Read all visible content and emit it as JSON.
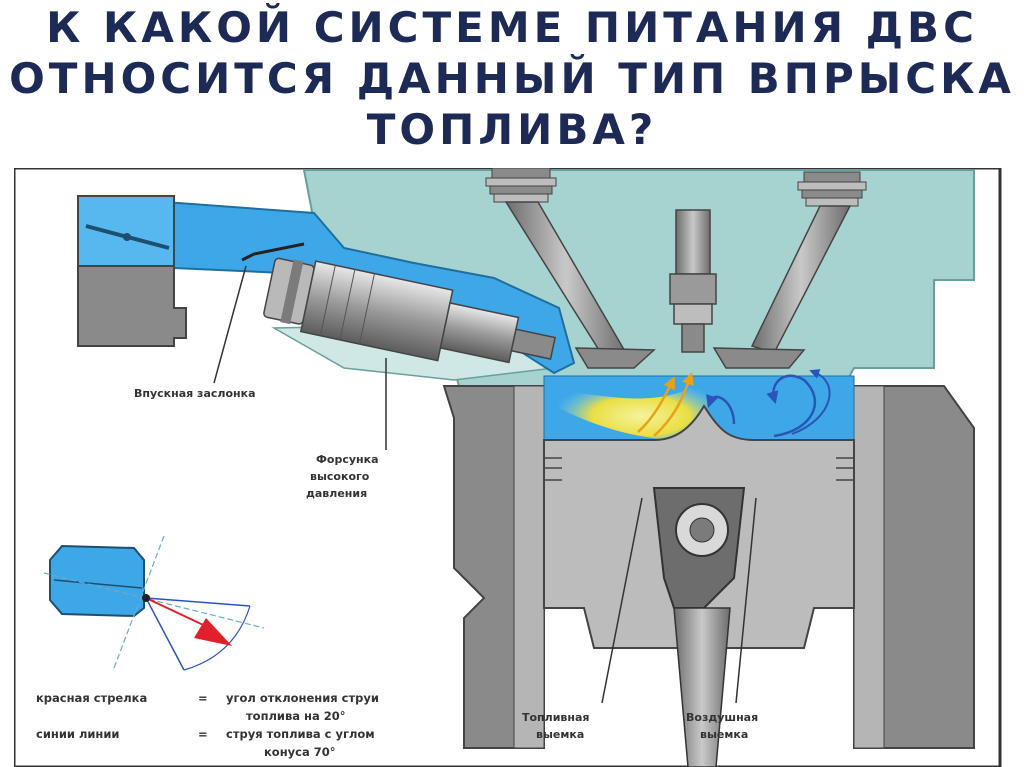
{
  "title": {
    "line1": "К КАКОЙ СИСТЕМЕ ПИТАНИЯ ДВС",
    "line2": "ОТНОСИТСЯ ДАННЫЙ ТИП ВПРЫСКА",
    "line3": "ТОПЛИВА?"
  },
  "labels": {
    "intake_flap": "Впускная заслонка",
    "injector_line1": "Форсунка",
    "injector_line2": "высокого",
    "injector_line3": "давления",
    "fuel_recess_line1": "Топливная",
    "fuel_recess_line2": "выемка",
    "air_recess_line1": "Воздушная",
    "air_recess_line2": "выемка"
  },
  "legend": {
    "red_term": "красная стрелка",
    "red_eq": "=",
    "red_def_line1": "угол отклонения струи",
    "red_def_line2": "топлива на 20°",
    "blue_term": "синии линии",
    "blue_eq": "=",
    "blue_def_line1": "струя топлива с углом",
    "blue_def_line2": "конуса 70°"
  },
  "colors": {
    "title": "#1c2a55",
    "head": "#a6d2cf",
    "head_light": "#cfe8e6",
    "intake": "#3ea7e8",
    "metal": "#8a8a8a",
    "metal_dark": "#5a5a5a",
    "piston_light": "#c8c8c8",
    "fuel_spray": "#f2e23a",
    "air_swirl": "#2a55b8",
    "red_arrow": "#e0202a"
  }
}
